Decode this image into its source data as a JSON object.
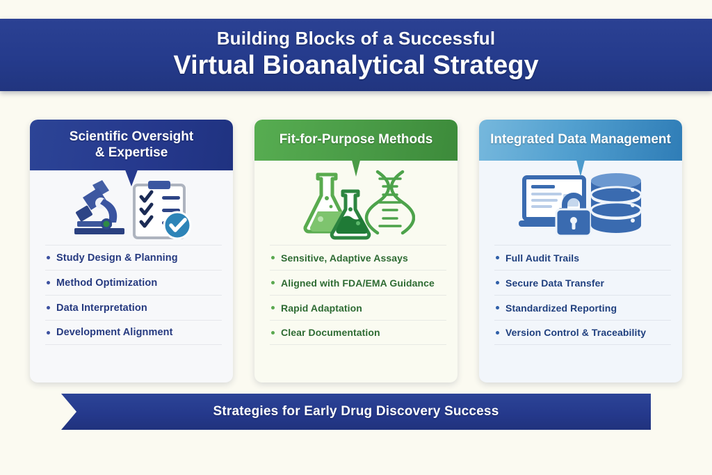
{
  "header": {
    "line1": "Building Blocks of a Successful",
    "line2": "Virtual Bioanalytical Strategy",
    "background_color": "#253b8c",
    "text_color": "#ffffff"
  },
  "page": {
    "background_color": "#fbfaf1"
  },
  "cards": [
    {
      "id": "scientific-oversight",
      "title": "Scientific Oversight\n& Expertise",
      "title_line1": "Scientific Oversight",
      "title_line2": "& Expertise",
      "banner_color": "#26398d",
      "body_color": "#f7f8fa",
      "text_color": "#263a80",
      "icons": [
        "microscope-icon",
        "clipboard-checklist-icon",
        "check-badge-icon"
      ],
      "items": [
        "Study Design & Planning",
        "Method Optimization",
        "Data Interpretation",
        "Development Alignment"
      ]
    },
    {
      "id": "fit-for-purpose-methods",
      "title": "Fit-for-Purpose Methods",
      "banner_color": "#4a9c47",
      "body_color": "#fafbf1",
      "text_color": "#2e6b33",
      "icons": [
        "flask-icon",
        "flask-filled-icon",
        "dna-helix-icon"
      ],
      "items": [
        "Sensitive, Adaptive Assays",
        "Aligned with FDA/EMA Guidance",
        "Rapid Adaptation",
        "Clear Documentation"
      ]
    },
    {
      "id": "integrated-data-management",
      "title": "Integrated Data Management",
      "banner_color": "#519fcf",
      "body_color": "#f2f6fb",
      "text_color": "#1f3f7e",
      "icons": [
        "laptop-icon",
        "lock-icon",
        "database-icon"
      ],
      "items": [
        "Full Audit Trails",
        "Secure Data Transfer",
        "Standardized Reporting",
        "Version Control & Traceability"
      ]
    }
  ],
  "footer_ribbon": {
    "text": "Strategies for Early Drug Discovery Success",
    "background_color": "#25398c",
    "text_color": "#ffffff"
  }
}
